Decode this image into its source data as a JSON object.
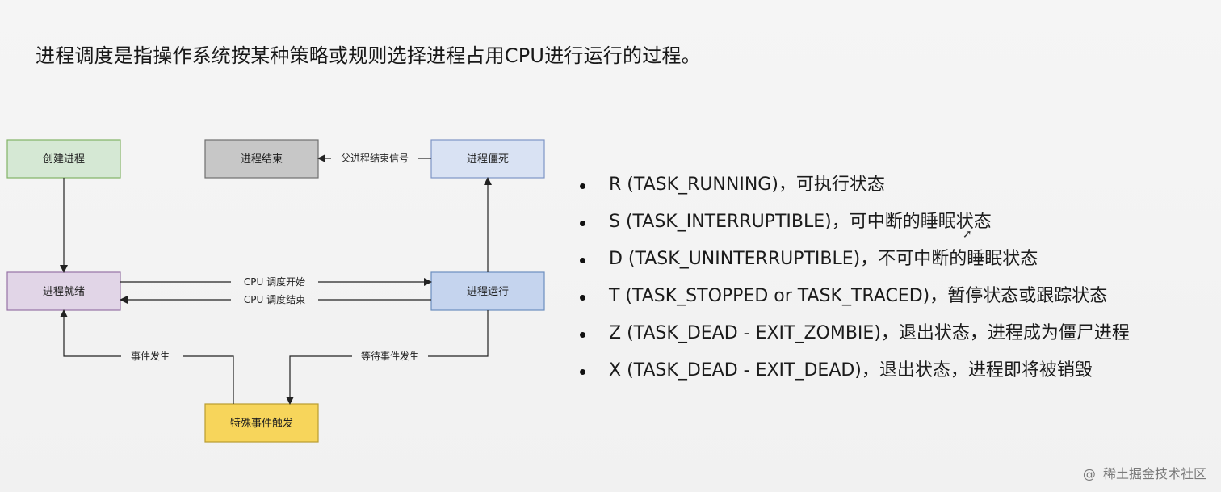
{
  "headline": "进程调度是指操作系统按某种策略或规则选择进程占用CPU进行运行的过程。",
  "diagram": {
    "nodes": [
      {
        "id": "create",
        "label": "创建进程",
        "fill": "#d5e8d4",
        "stroke": "#82b366"
      },
      {
        "id": "end",
        "label": "进程结束",
        "fill": "#c7c7c7",
        "stroke": "#6f6f6f"
      },
      {
        "id": "zombie",
        "label": "进程僵死",
        "fill": "#d9e2f3",
        "stroke": "#7e95c5"
      },
      {
        "id": "ready",
        "label": "进程就绪",
        "fill": "#e1d5e7",
        "stroke": "#9673a6"
      },
      {
        "id": "running",
        "label": "进程运行",
        "fill": "#c5d4ee",
        "stroke": "#6c8ebf"
      },
      {
        "id": "event",
        "label": "特殊事件触发",
        "fill": "#f7d55b",
        "stroke": "#b99d30"
      }
    ],
    "edges": [
      {
        "id": "zombie-to-end",
        "label": "父进程结束信号"
      },
      {
        "id": "ready-to-running",
        "label": "CPU 调度开始"
      },
      {
        "id": "running-to-ready",
        "label": "CPU 调度结束"
      },
      {
        "id": "event-to-ready",
        "label": "事件发生"
      },
      {
        "id": "running-to-event",
        "label": "等待事件发生"
      },
      {
        "id": "create-to-ready",
        "label": ""
      },
      {
        "id": "running-to-zombie",
        "label": ""
      }
    ]
  },
  "states": [
    "R (TASK_RUNNING)，可执行状态",
    "S (TASK_INTERRUPTIBLE)，可中断的睡眠状态",
    "D (TASK_UNINTERRUPTIBLE)，不可中断的睡眠状态",
    "T (TASK_STOPPED or TASK_TRACED)，暂停状态或跟踪状态",
    "Z (TASK_DEAD - EXIT_ZOMBIE)，退出状态，进程成为僵尸进程",
    "X (TASK_DEAD - EXIT_DEAD)，退出状态，进程即将被销毁"
  ],
  "watermark": {
    "at": "@",
    "text": "稀土掘金技术社区"
  }
}
